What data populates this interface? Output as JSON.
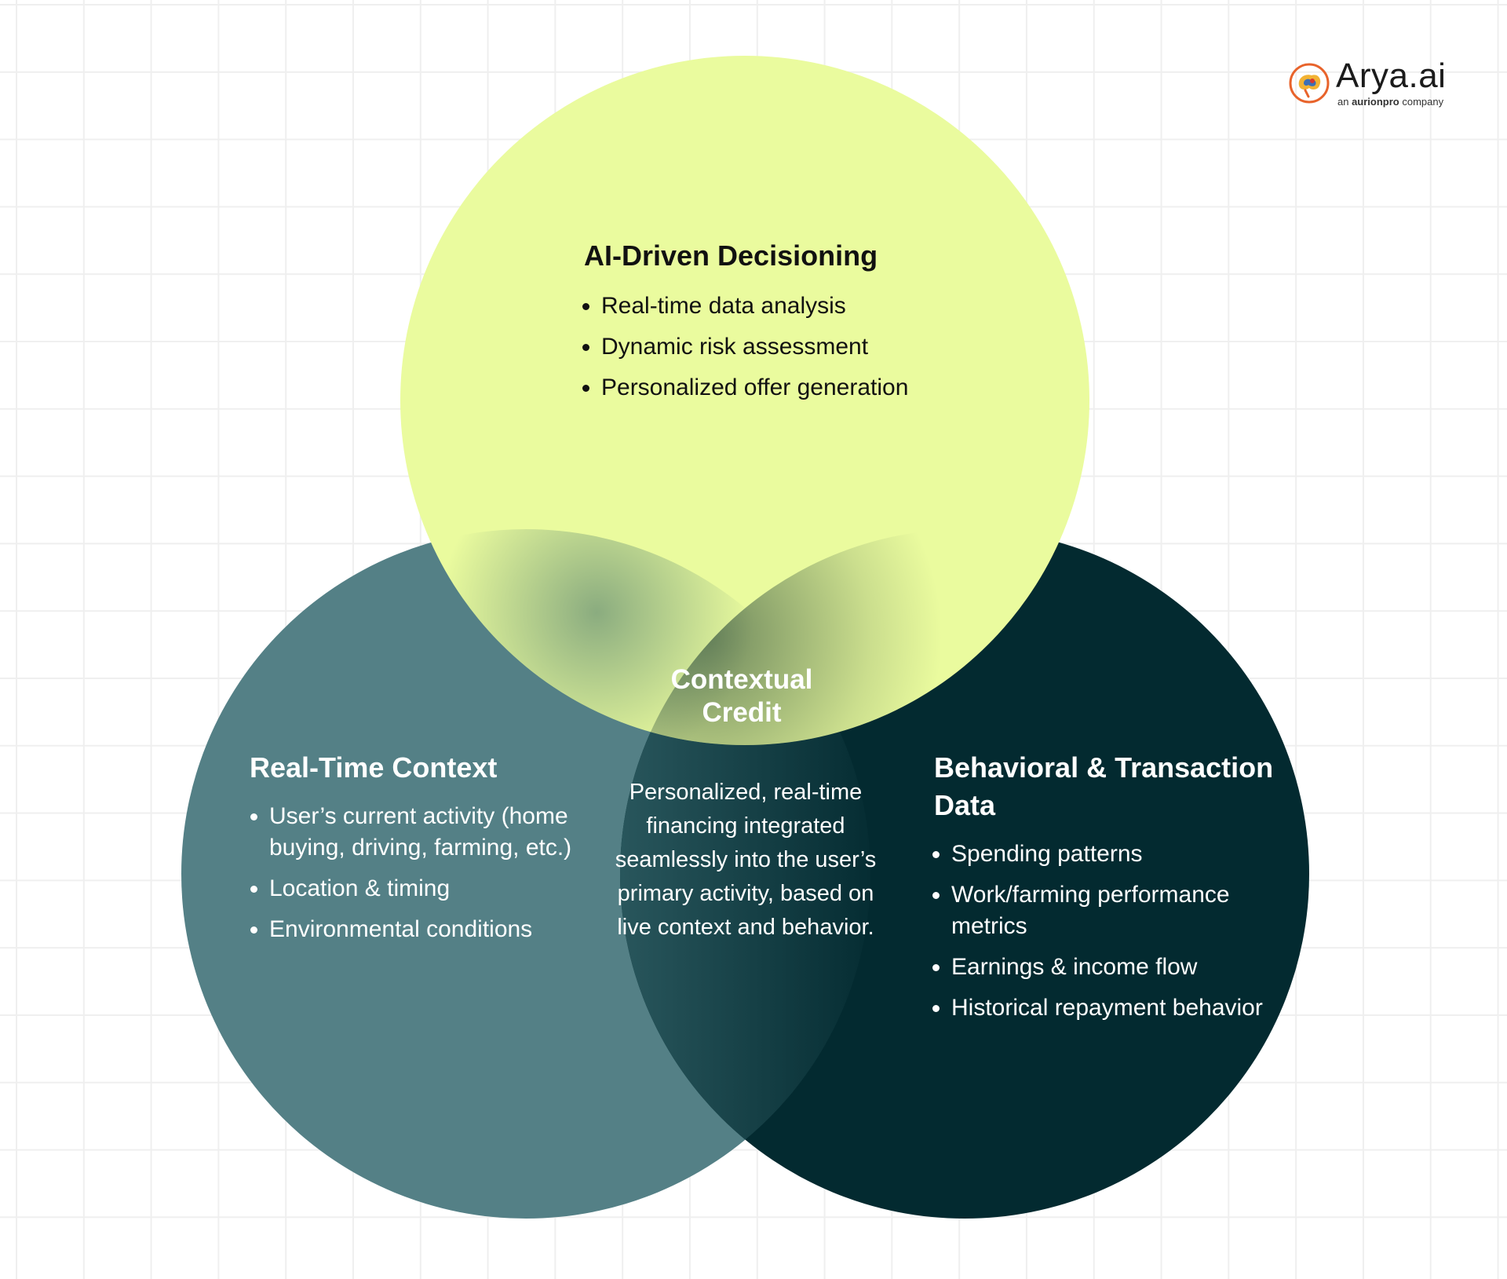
{
  "colors": {
    "top_circle": "#eafb9e",
    "left_circle": "#548086",
    "right_circle": "#032a30",
    "grid": "#efefef"
  },
  "top": {
    "title": "AI-Driven Decisioning",
    "items": [
      "Real-time data analysis",
      "Dynamic risk assessment",
      "Personalized offer generation"
    ]
  },
  "left": {
    "title": "Real-Time Context",
    "items": [
      "User’s current activity (home buying, driving, farming, etc.)",
      "Location & timing",
      "Environmental conditions"
    ]
  },
  "right": {
    "title": "Behavioral & Transaction Data",
    "items": [
      "Spending patterns",
      "Work/farming performance metrics",
      "Earnings & income flow",
      "Historical repayment behavior"
    ]
  },
  "center": {
    "title": "Contextual Credit",
    "description": "Personalized, real-time financing integrated seamlessly into the user’s primary activity, based on live context and behavior."
  },
  "logo": {
    "wordmark": "Arya.ai",
    "tagline_prefix": "an ",
    "tagline_brand": "aurionpro",
    "tagline_suffix": " company",
    "icon": "brain-logo-icon"
  }
}
